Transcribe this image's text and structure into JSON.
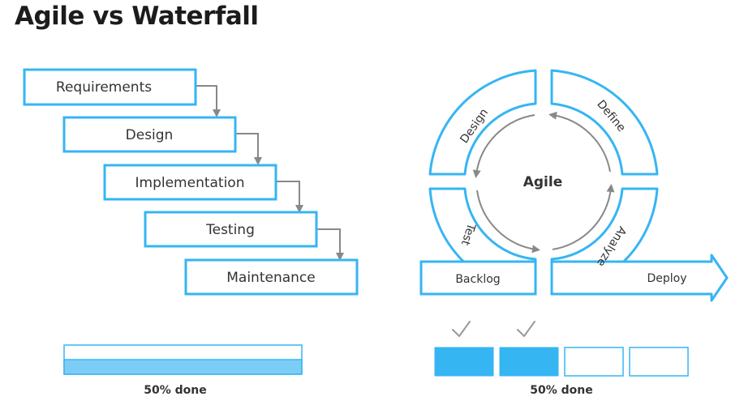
{
  "title": "Agile vs Waterfall",
  "colors": {
    "accent": "#36b5f3",
    "fill": "#7ccdf6",
    "arrow": "#888888",
    "text": "#333333"
  },
  "waterfall": {
    "steps": [
      "Requirements",
      "Design",
      "Implementation",
      "Testing",
      "Maintenance"
    ],
    "progress": {
      "fraction": 0.5,
      "label": "50% done"
    }
  },
  "agile": {
    "center_label": "Agile",
    "phases": [
      "Design",
      "Define",
      "Test",
      "Analyze"
    ],
    "backlog_label": "Backlog",
    "deploy_label": "Deploy",
    "progress": {
      "completed": 2,
      "total": 4,
      "label": "50% done"
    }
  }
}
